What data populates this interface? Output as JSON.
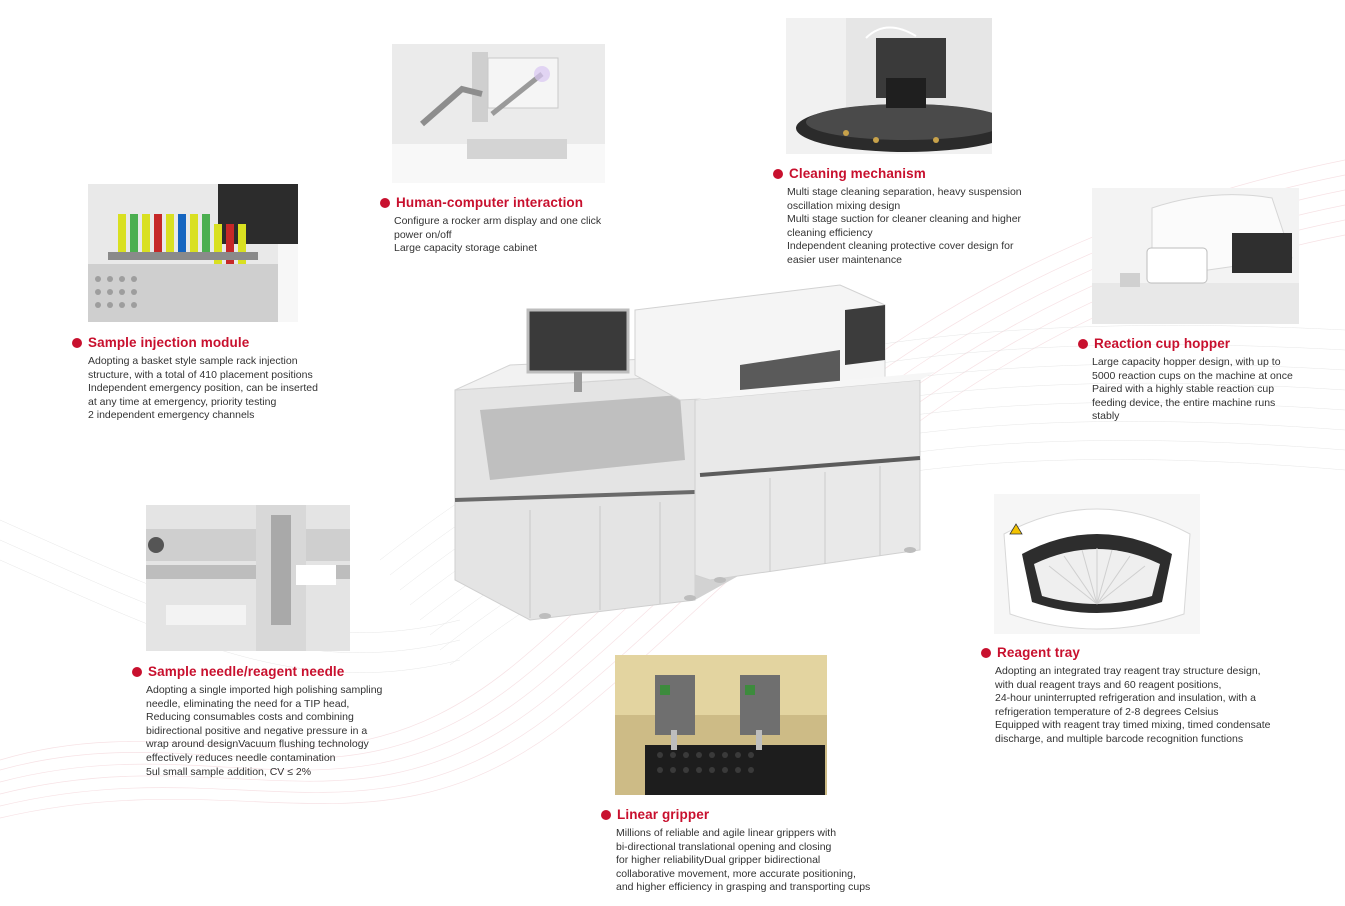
{
  "features": {
    "sample_injection": {
      "title": "Sample injection module",
      "lines": [
        "Adopting a basket style sample rack injection",
        "structure, with a total of 410 placement positions",
        "Independent emergency position, can be inserted",
        "at any time at emergency, priority testing",
        "2 independent emergency channels"
      ]
    },
    "human_computer": {
      "title": "Human-computer interaction",
      "lines": [
        "Configure a rocker arm display and one click",
        "power on/off",
        "Large capacity storage cabinet"
      ]
    },
    "cleaning": {
      "title": "Cleaning mechanism",
      "lines": [
        "Multi stage cleaning separation, heavy suspension",
        "oscillation mixing design",
        "Multi stage suction for cleaner cleaning and higher",
        "cleaning efficiency",
        "Independent cleaning protective cover design for",
        "easier user maintenance"
      ]
    },
    "reaction_cup": {
      "title": "Reaction cup hopper",
      "lines": [
        "Large capacity hopper design, with up to",
        "5000 reaction cups on the machine at once",
        "Paired with a highly stable reaction cup",
        "feeding device, the entire machine runs",
        "stably"
      ]
    },
    "sample_needle": {
      "title": "Sample needle/reagent needle",
      "lines": [
        "Adopting a single imported high polishing sampling",
        "needle, eliminating the need for a TIP head,",
        "Reducing consumables costs and combining",
        "bidirectional positive and negative pressure in a",
        "wrap around designVacuum flushing technology",
        "effectively reduces needle contamination",
        "5ul small sample addition, CV ≤ 2%"
      ]
    },
    "reagent_tray": {
      "title": "Reagent tray",
      "lines": [
        "Adopting an integrated tray reagent tray structure design,",
        "with dual reagent trays and 60 reagent positions,",
        "24-hour uninterrupted refrigeration and insulation, with a",
        "refrigeration temperature of 2-8 degrees Celsius",
        "Equipped with reagent tray timed mixing, timed condensate",
        "discharge, and multiple barcode recognition functions"
      ]
    },
    "linear_gripper": {
      "title": "Linear gripper",
      "lines": [
        "Millions of reliable and agile linear grippers with",
        "bi-directional translational opening and closing",
        "for higher reliabilityDual gripper bidirectional",
        "collaborative movement, more accurate positioning,",
        "and higher efficiency in grasping and transporting cups"
      ]
    }
  },
  "colors": {
    "accent": "#c8102e",
    "text": "#333333"
  }
}
